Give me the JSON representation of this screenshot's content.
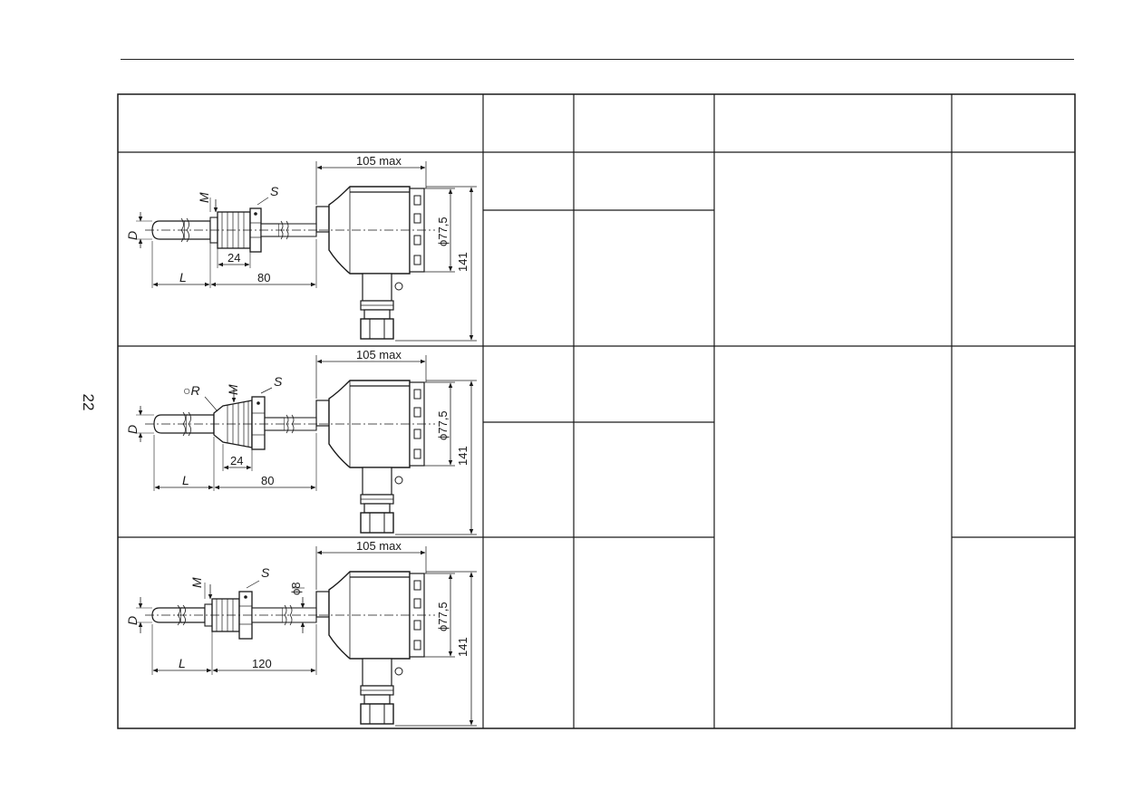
{
  "page": {
    "number": "22"
  },
  "drawings": [
    {
      "id": "1",
      "labels": {
        "width_max": "105 max",
        "diameter": "ϕ77,5",
        "height": "141",
        "d": "D",
        "m": "M",
        "s": "S",
        "l": "L",
        "thread_len": "24",
        "neck_len": "80",
        "r": "",
        "rod_d": ""
      }
    },
    {
      "id": "2",
      "labels": {
        "width_max": "105 max",
        "diameter": "ϕ77,5",
        "height": "141",
        "d": "D",
        "m": "M",
        "s": "S",
        "l": "L",
        "thread_len": "24",
        "neck_len": "80",
        "r": "○R",
        "rod_d": ""
      }
    },
    {
      "id": "3",
      "labels": {
        "width_max": "105 max",
        "diameter": "ϕ77,5",
        "height": "141",
        "d": "D",
        "m": "M",
        "s": "S",
        "l": "L",
        "thread_len": "",
        "neck_len": "120",
        "r": "",
        "rod_d": "ϕ8"
      }
    }
  ]
}
